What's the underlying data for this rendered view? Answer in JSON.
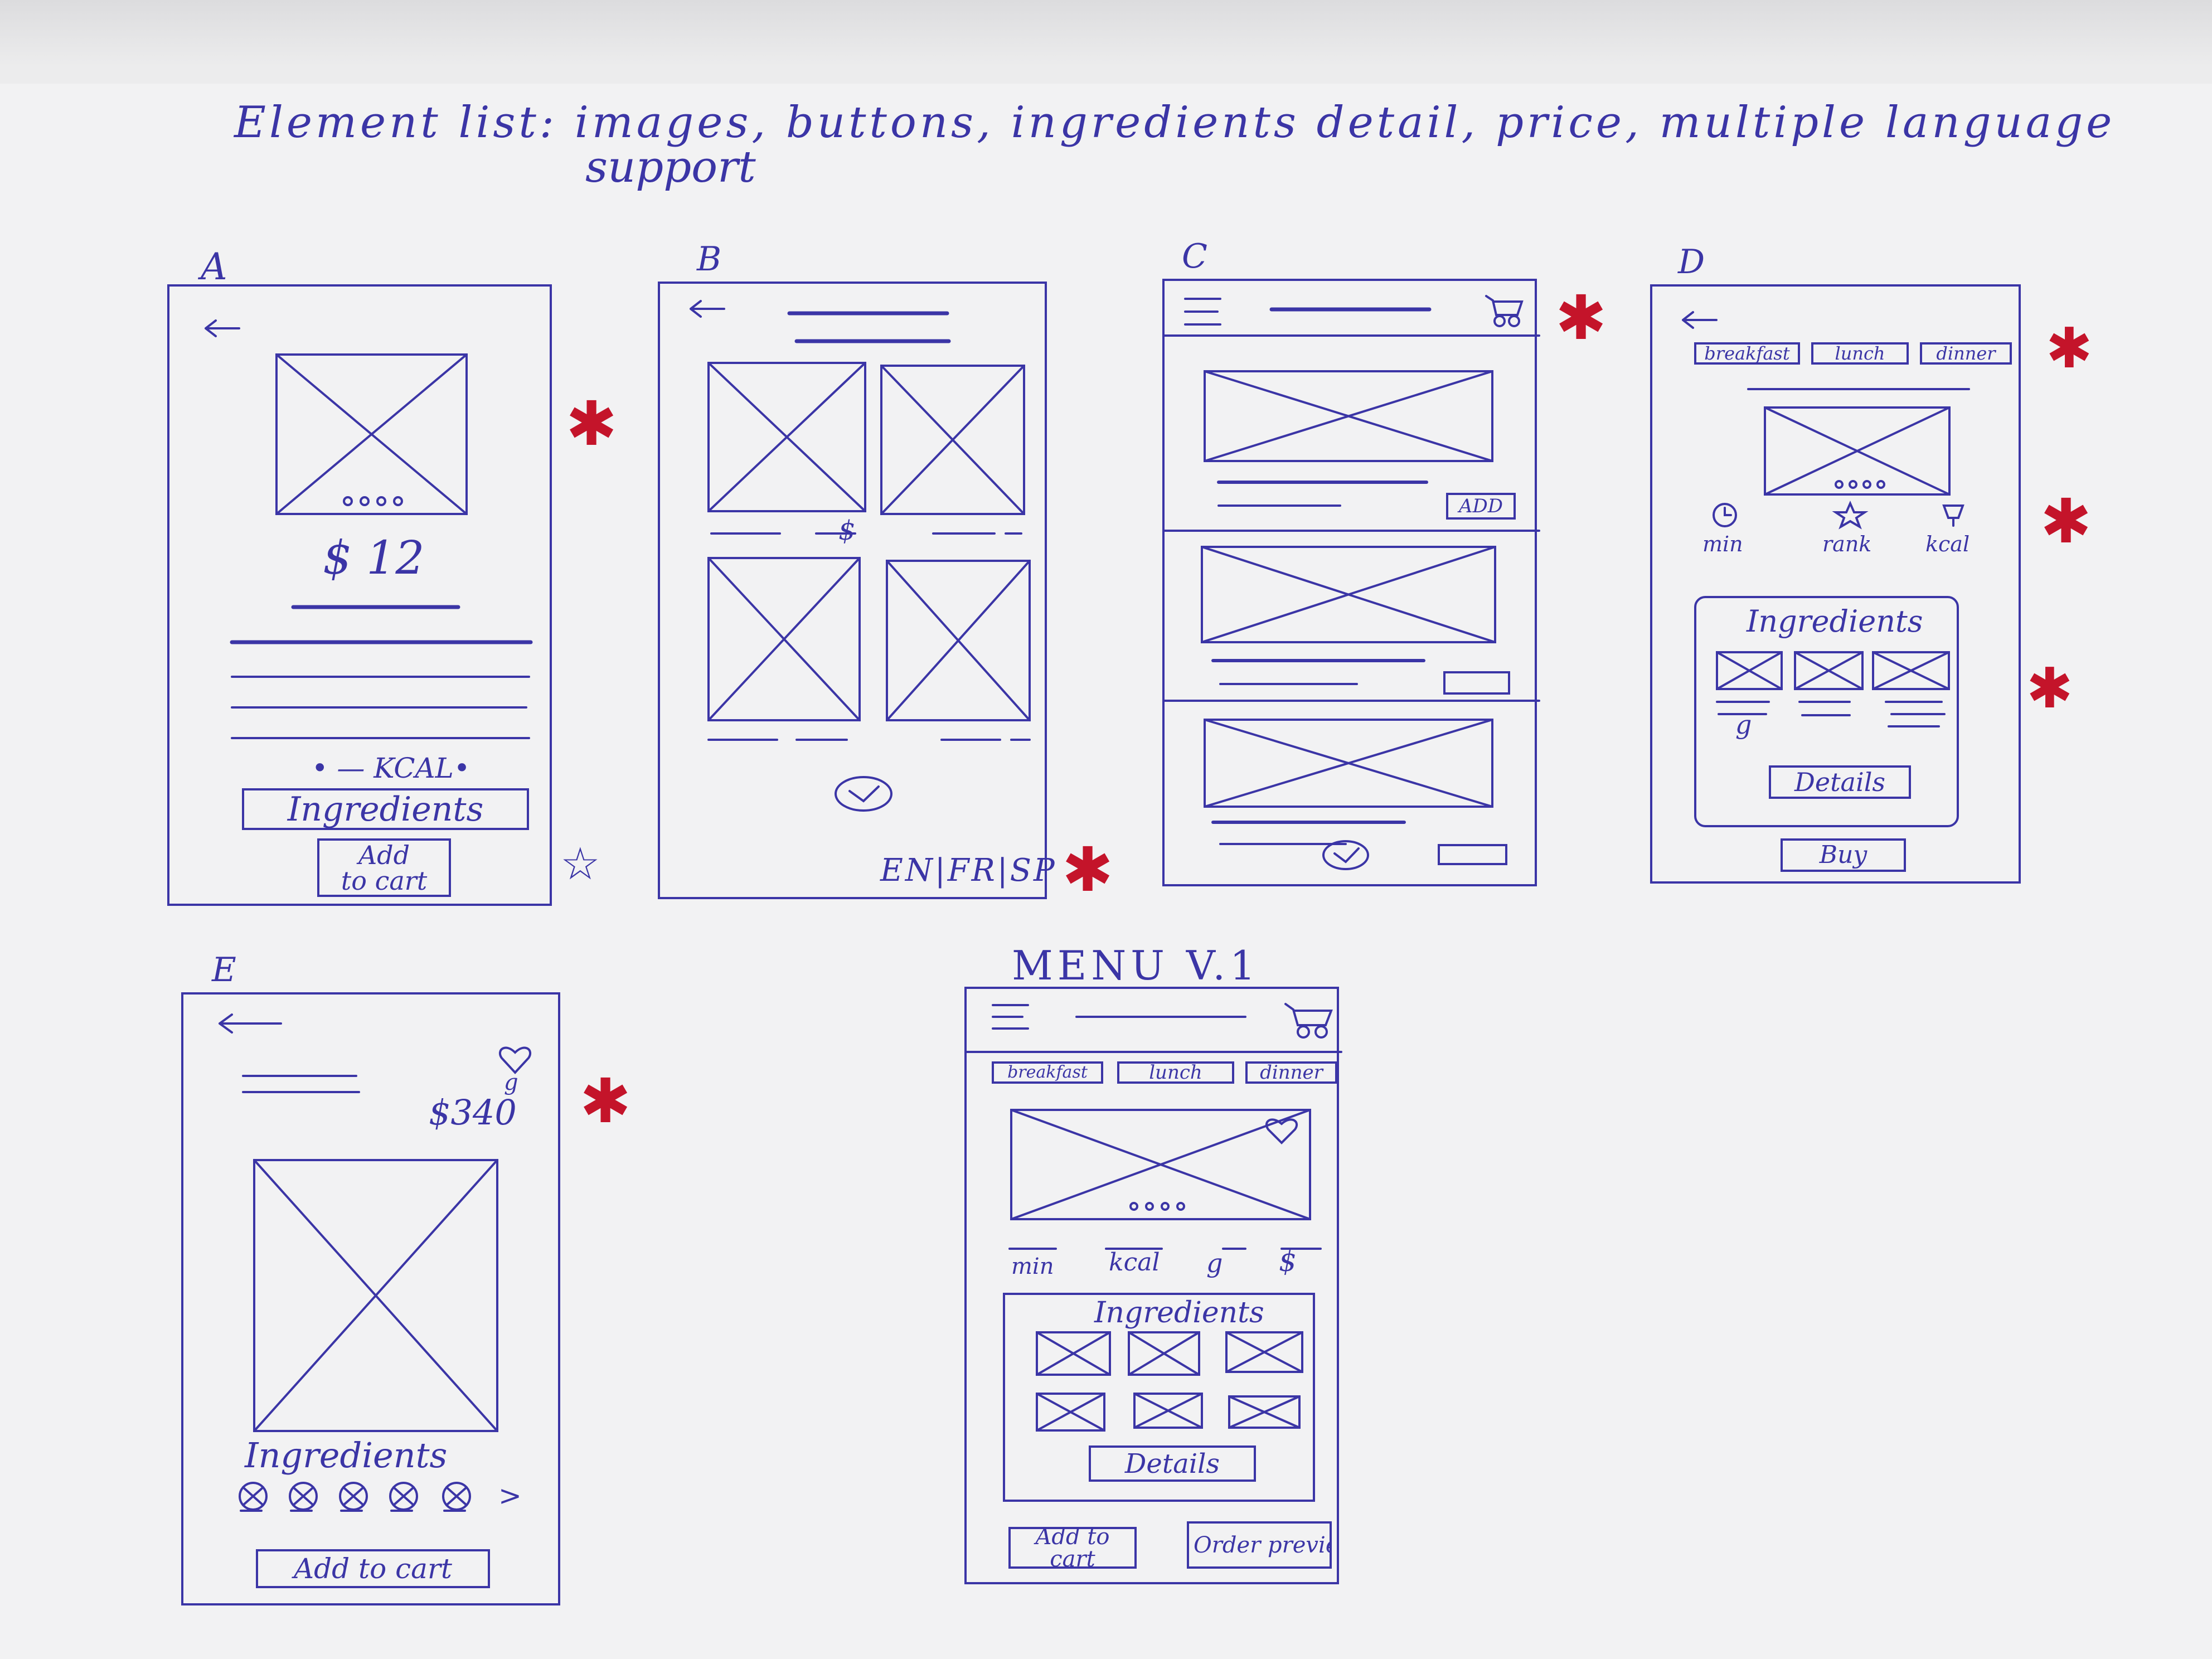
{
  "title": {
    "line1": "Element list: images, buttons, ingredients detail, price, multiple language",
    "line2": "support"
  },
  "colors": {
    "ink": "#3b35a6",
    "mark": "#c4142a",
    "paper": "#f2f2f3"
  },
  "sketches": {
    "a": {
      "label": "A",
      "price": "$ 12",
      "kcal": "• — KCAL•",
      "ingredients_button": "Ingredients",
      "cart_button_line1": "Add",
      "cart_button_line2": "to cart"
    },
    "b": {
      "label": "B",
      "price_sign": "$",
      "languages": "EN|FR|SP"
    },
    "c": {
      "label": "C",
      "add_button": "ADD"
    },
    "d": {
      "label": "D",
      "tabs": [
        "breakfast",
        "lunch",
        "dinner"
      ],
      "stats": [
        "min",
        "rank",
        "kcal"
      ],
      "ingredients_title": "Ingredients",
      "grams": "g",
      "details_button": "Details",
      "buy_button": "Buy"
    },
    "e": {
      "label": "E",
      "price": "$340",
      "grams": "g",
      "ingredients_title": "Ingredients",
      "more": ">",
      "cart_button": "Add to cart"
    },
    "menu": {
      "label": "MENU V.1",
      "tabs": [
        "breakfast",
        "lunch",
        "dinner"
      ],
      "stats": [
        "min",
        "kcal",
        "g",
        "$"
      ],
      "ingredients_title": "Ingredients",
      "details_button": "Details",
      "cart_button": "Add to cart",
      "order_button": "Order preview"
    }
  },
  "annotations": {
    "red_mark": "red-star-marker",
    "outline_mark": "outline-star-marker"
  }
}
